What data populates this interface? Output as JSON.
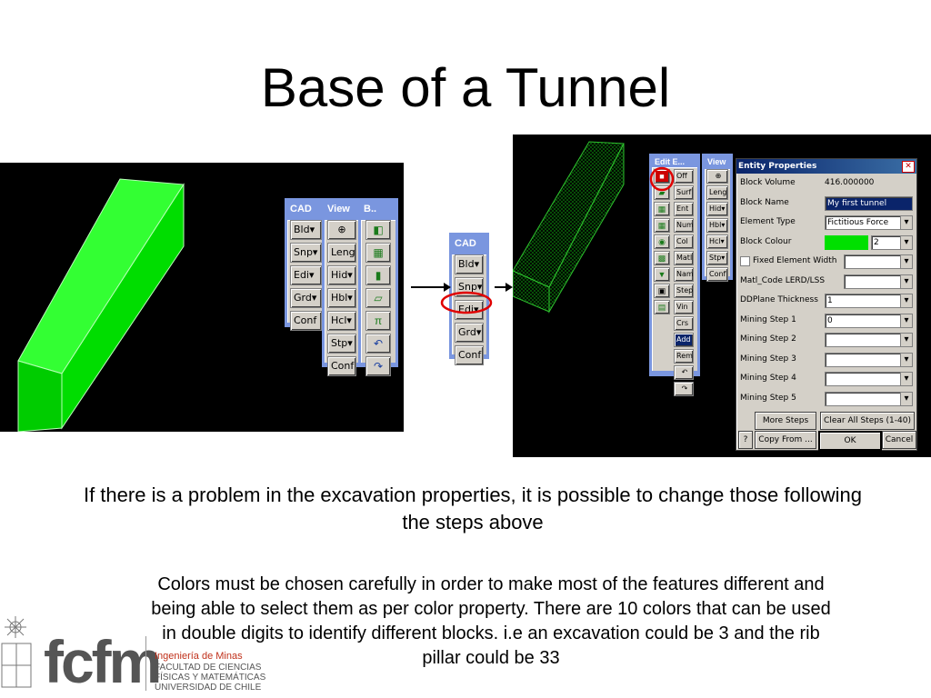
{
  "slide": {
    "title": "Base of a Tunnel",
    "caption": "If there is a problem in the excavation properties, it is possible to change those following the steps above",
    "note": "Colors must be chosen carefully in order to make most of the features different and being able to select them as per color property. There are 10 colors that can be used in double digits to identify different blocks. i.e an excavation could be 3 and the rib pillar could be 33"
  },
  "toolbars_left": {
    "cad": {
      "title": "CAD",
      "buttons": [
        "Bld▾",
        "Snp▾",
        "Edi▾",
        "Grd▾",
        "Conf"
      ]
    },
    "view": {
      "title": "View",
      "buttons": [
        "⊕",
        "Lengt",
        "Hid▾",
        "Hbl▾",
        "Hcl▾",
        "Stp▾",
        "Conf"
      ]
    },
    "block": {
      "title": "B..",
      "icons": [
        "cube-icon",
        "cubes-icon",
        "slab-icon",
        "plane-icon",
        "pillar-icon",
        "undo-icon",
        "redo-icon"
      ]
    }
  },
  "toolbar_mid": {
    "title": "CAD",
    "buttons": [
      "Bld▾",
      "Snp▾",
      "Edi▾",
      "Grd▾",
      "Conf"
    ]
  },
  "toolbar_edit": {
    "title": "Edit E...",
    "buttons": [
      "Off",
      "Surf",
      "Ent",
      "Num",
      "Col",
      "Matl",
      "Name",
      "Step",
      "Vin",
      "Crs",
      "Add",
      "Rem",
      "↶",
      "↷"
    ]
  },
  "toolbar_view2": {
    "title": "View",
    "buttons": [
      "⊕",
      "Lengt",
      "Hid▾",
      "Hbl▾",
      "Hcl▾",
      "Stp▾",
      "Conf"
    ]
  },
  "dialog": {
    "title": "Entity Properties",
    "close": "✕",
    "rows": [
      {
        "label": "Block Volume",
        "value": "416.000000"
      },
      {
        "label": "Block Name",
        "value": "My first tunnel"
      },
      {
        "label": "Element Type",
        "value": "Fictitious Force"
      },
      {
        "label": "Block Colour",
        "value": "2"
      },
      {
        "label": "Fixed Element Width",
        "value": ""
      },
      {
        "label": "Matl_Code LERD/LSS",
        "value": ""
      },
      {
        "label": "DDPlane Thickness",
        "value": "1"
      },
      {
        "label": "Mining Step  1",
        "value": "0"
      },
      {
        "label": "Mining Step  2",
        "value": ""
      },
      {
        "label": "Mining Step  3",
        "value": ""
      },
      {
        "label": "Mining Step  4",
        "value": ""
      },
      {
        "label": "Mining Step  5",
        "value": ""
      }
    ],
    "more_steps": "More Steps",
    "clear_steps": "Clear All Steps (1-40)",
    "help": "?",
    "copy_from": "Copy From ...",
    "ok": "OK",
    "cancel": "Cancel"
  },
  "logo": {
    "mark": "fcfm",
    "line1": "Ingeniería de Minas",
    "line2": "FACULTAD DE CIENCIAS",
    "line3": "FÍSICAS Y MATEMÁTICAS",
    "line4": "UNIVERSIDAD DE CHILE"
  },
  "colors": {
    "block_green": "#00e000",
    "highlight": "#e00000",
    "wire_green": "#1aa01a"
  }
}
